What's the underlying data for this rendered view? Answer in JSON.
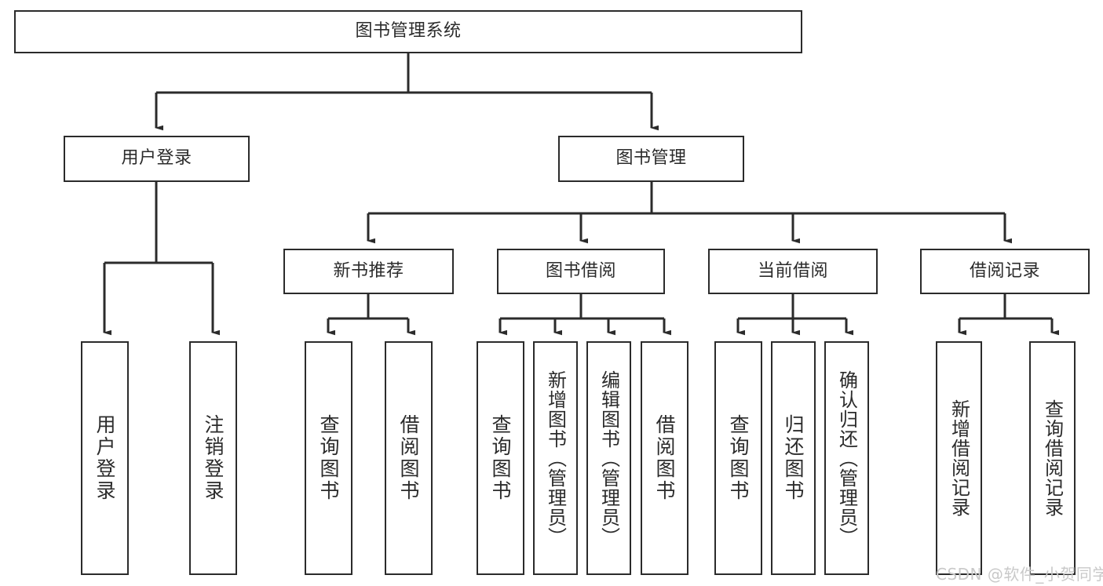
{
  "diagram": {
    "type": "tree",
    "title": "图书管理系统",
    "orientation": "top-down",
    "background_color": "#ffffff",
    "line_color": "#2b2b2b",
    "text_color": "#2b2b2b",
    "root": {
      "label": "图书管理系统"
    },
    "level1": [
      {
        "label": "用户登录"
      },
      {
        "label": "图书管理"
      }
    ],
    "level2": [
      {
        "label": "新书推荐",
        "parent": "图书管理"
      },
      {
        "label": "图书借阅",
        "parent": "图书管理"
      },
      {
        "label": "当前借阅",
        "parent": "图书管理"
      },
      {
        "label": "借阅记录",
        "parent": "图书管理"
      }
    ],
    "leaves": {
      "user_login": [
        {
          "label": "用户登录"
        },
        {
          "label": "注销登录"
        }
      ],
      "new_book_recommend": [
        {
          "label": "查询图书"
        },
        {
          "label": "借阅图书"
        }
      ],
      "book_borrow": [
        {
          "label": "查询图书"
        },
        {
          "label": "新增图书（管理员）"
        },
        {
          "label": "编辑图书（管理员）"
        },
        {
          "label": "借阅图书"
        }
      ],
      "current_borrow": [
        {
          "label": "查询图书"
        },
        {
          "label": "归还图书"
        },
        {
          "label": "确认归还（管理员）"
        }
      ],
      "borrow_record": [
        {
          "label": "新增借阅记录"
        },
        {
          "label": "查询借阅记录"
        }
      ]
    }
  },
  "watermark": {
    "text": "CSDN @软件_小贺同学"
  }
}
